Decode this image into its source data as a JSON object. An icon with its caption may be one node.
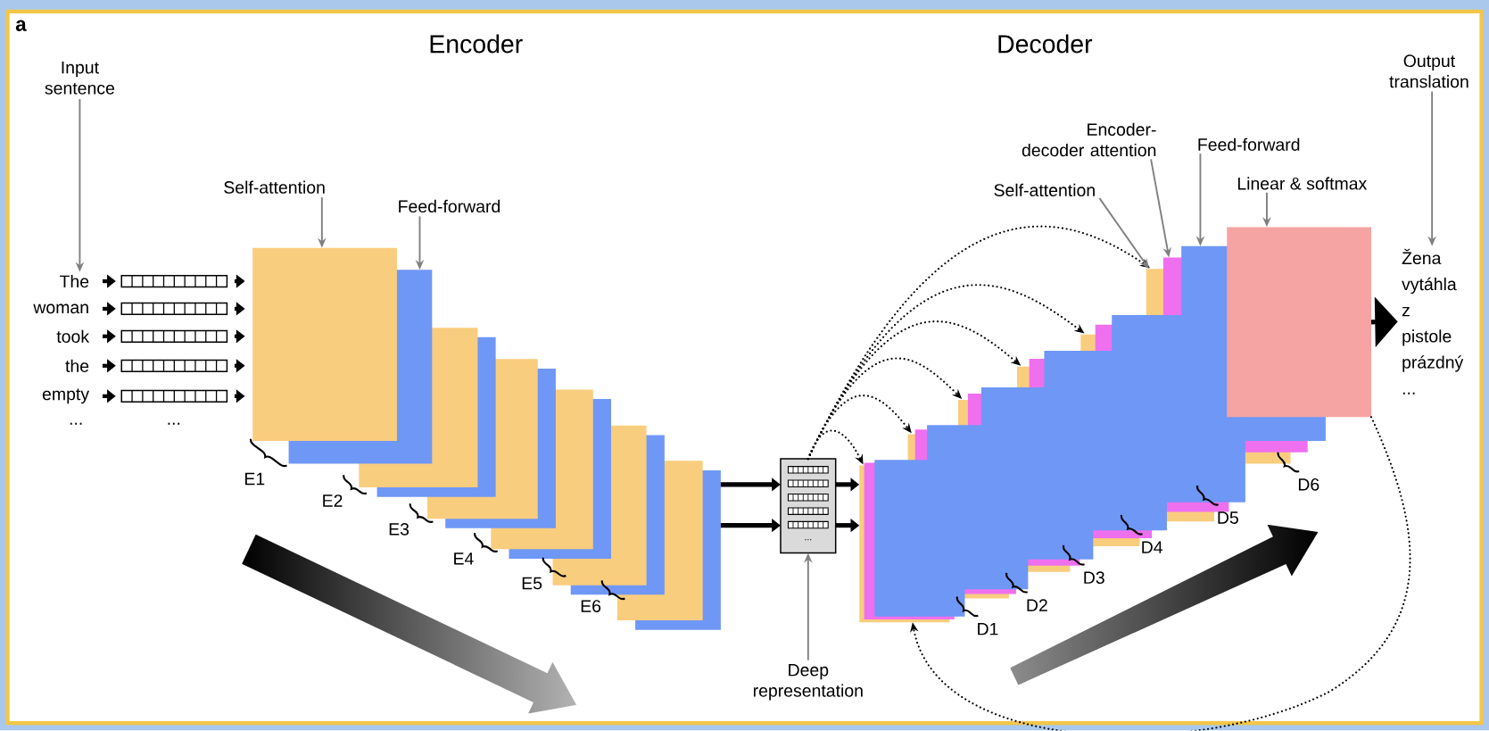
{
  "diagram": {
    "nodes": [
      {
        "text": [
          "Input sentence"
        ]
      },
      {
        "text": [
          "The"
        ]
      },
      {
        "text": [
          "woman"
        ]
      },
      {
        "text": [
          "took"
        ]
      },
      {
        "text": [
          "the"
        ]
      },
      {
        "text": [
          "empty"
        ]
      },
      {
        "text": [],
        "shape": "box"
      },
      {
        "text": [],
        "shape": "box"
      },
      {
        "text": [],
        "shape": "box"
      },
      {
        "text": [],
        "shape": "box"
      },
      {
        "text": [],
        "shape": "box"
      },
      {
        "text": [
          "Self-attention"
        ]
      },
      {
        "text": [
          "Feed-forward"
        ]
      },
      {
        "text": [],
        "shape": "box"
      },
      {
        "text": [],
        "shape": "box"
      },
      {
        "text": [],
        "shape": "box"
      },
      {
        "text": [],
        "shape": "box"
      },
      {
        "text": [],
        "shape": "box"
      },
      {
        "text": [],
        "shape": "box"
      },
      {
        "text": [],
        "shape": "box"
      },
      {
        "text": [],
        "shape": "box"
      },
      {
        "text": [],
        "shape": "box"
      },
      {
        "text": [],
        "shape": "box"
      },
      {
        "text": [],
        "shape": "box"
      },
      {
        "text": [],
        "shape": "box"
      },
      {
        "text": [],
        "shape": "box"
      },
      {
        "text": [
          "Deep representation"
        ]
      },
      {
        "text": [],
        "shape": "box"
      },
      {
        "text": [],
        "shape": "box"
      },
      {
        "text": [],
        "shape": "box"
      },
      {
        "text": [],
        "shape": "box"
      },
      {
        "text": [],
        "shape": "box"
      },
      {
        "text": [],
        "shape": "box"
      },
      {
        "text": [],
        "shape": "box"
      },
      {
        "text": [],
        "shape": "box"
      },
      {
        "text": [],
        "shape": "box"
      },
      {
        "text": [],
        "shape": "box"
      },
      {
        "text": [],
        "shape": "box"
      },
      {
        "text": [],
        "shape": "box"
      },
      {
        "text": [],
        "shape": "box"
      },
      {
        "text": [],
        "shape": "box"
      },
      {
        "text": [],
        "shape": "box"
      },
      {
        "text": [],
        "shape": "box"
      },
      {
        "text": [],
        "shape": "box"
      },
      {
        "text": [],
        "shape": "box"
      },
      {
        "text": [],
        "shape": "box"
      },
      {
        "text": [
          "Self-attention"
        ]
      },
      {
        "text": [
          "Encoder-decoder attention"
        ]
      },
      {
        "text": [
          "Feed-forward"
        ]
      },
      {
        "text": [
          "Linear & softmax"
        ]
      },
      {
        "text": [
          "Output translation"
        ]
      },
      {
        "text": [
          "Žena",
          "vytáhla",
          "z",
          "pistole",
          "prázdný",
          "..."
        ]
      }
    ],
    "edges": [
      {
        "from": 0,
        "to": 1,
        "arrow": "to",
        "color": "#808080"
      },
      {
        "from": 1,
        "to": 6,
        "arrow": "to"
      },
      {
        "from": 2,
        "to": 7,
        "arrow": "to"
      },
      {
        "from": 3,
        "to": 8,
        "arrow": "to"
      },
      {
        "from": 4,
        "to": 9,
        "arrow": "to"
      },
      {
        "from": 5,
        "to": 10,
        "arrow": "to"
      },
      {
        "from": 6,
        "to": 13,
        "arrow": "to"
      },
      {
        "from": 7,
        "to": 13,
        "arrow": "to"
      },
      {
        "from": 8,
        "to": 13,
        "arrow": "to"
      },
      {
        "from": 9,
        "to": 13,
        "arrow": "to"
      },
      {
        "from": 10,
        "to": 13,
        "arrow": "to"
      },
      {
        "from": 11,
        "to": 13,
        "arrow": "to",
        "color": "#808080"
      },
      {
        "from": 12,
        "to": 14,
        "arrow": "to",
        "color": "#808080"
      },
      {
        "from": 24,
        "to": 25,
        "arrow": "to",
        "style": "thick"
      },
      {
        "from": 24,
        "to": 25,
        "arrow": "to",
        "style": "thick"
      },
      {
        "from": 25,
        "to": 27,
        "arrow": "to",
        "style": "thick"
      },
      {
        "from": 25,
        "to": 27,
        "arrow": "to",
        "style": "thick"
      },
      {
        "from": 25,
        "to": 27,
        "arrow": "to",
        "style": "dashed"
      },
      {
        "from": 25,
        "to": 30,
        "arrow": "to",
        "style": "dashed"
      },
      {
        "from": 25,
        "to": 33,
        "arrow": "to",
        "style": "dashed"
      },
      {
        "from": 25,
        "to": 36,
        "arrow": "to",
        "style": "dashed"
      },
      {
        "from": 25,
        "to": 39,
        "arrow": "to",
        "style": "dashed"
      },
      {
        "from": 25,
        "to": 42,
        "arrow": "to",
        "style": "dashed"
      },
      {
        "from": 26,
        "to": 25,
        "arrow": "to",
        "color": "#808080"
      },
      {
        "from": 46,
        "to": 42,
        "arrow": "to",
        "color": "#808080"
      },
      {
        "from": 47,
        "to": 43,
        "arrow": "to",
        "color": "#808080"
      },
      {
        "from": 48,
        "to": 44,
        "arrow": "to",
        "color": "#808080"
      },
      {
        "from": 49,
        "to": 45,
        "arrow": "to",
        "color": "#808080"
      },
      {
        "from": 45,
        "to": 51,
        "arrow": "to",
        "style": "thick"
      },
      {
        "from": 45,
        "to": 27,
        "arrow": "to",
        "style": "dashed"
      },
      {
        "from": 50,
        "to": 51,
        "arrow": "to",
        "color": "#808080"
      }
    ],
    "labels": [
      "a",
      "Encoder",
      "Decoder",
      "...",
      "...",
      "E1",
      "E2",
      "E3",
      "E4",
      "E5",
      "E6",
      "...",
      "D1",
      "D2",
      "D3",
      "D4",
      "D5",
      "D6"
    ]
  }
}
